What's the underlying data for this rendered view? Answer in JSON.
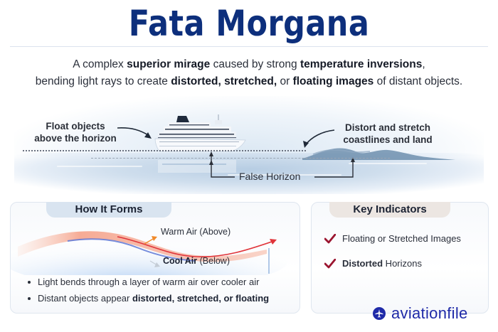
{
  "header": {
    "title": "Fata Morgana",
    "subtitle_line1": {
      "t1": "A complex ",
      "b1": "superior mirage",
      "t2": " caused by strong ",
      "b2": "temperature inversions",
      "t3": ","
    },
    "subtitle_line2": {
      "t1": "bending light rays to create ",
      "b1": "distorted, stretched,",
      "t2": " or ",
      "b2": "floating images",
      "t3": " of distant objects."
    }
  },
  "scene": {
    "label_float_line1": "Float objects",
    "label_float_line2": "above the horizon",
    "label_distort_line1": "Distort and stretch",
    "label_distort_line2": "coastlines and land",
    "label_false_horizon": "False Horizon",
    "icons": [
      "cruise-ship",
      "island",
      "curved-arrow",
      "up-arrow"
    ]
  },
  "how_it_forms": {
    "title": "How It Forms",
    "warm_label": "Warm Air (Above)",
    "cool_label_bold": "Cool Air",
    "cool_label_rest": " (Below)",
    "bullets": [
      {
        "text": "Light bends through a layer of warm air over cooler air"
      },
      {
        "t1": "Distant objects appear ",
        "b1": "distorted, stretched, or ",
        "b2": "floating"
      }
    ],
    "colors": {
      "warm": "#f4a48b",
      "cool": "#6a8fe0",
      "ray": "#e0343a"
    }
  },
  "key_indicators": {
    "title": "Key Indicators",
    "items": [
      {
        "bold": "",
        "text": "Floating or Stretched Images"
      },
      {
        "bold": "Distorted",
        "text": " Horizons"
      }
    ],
    "check_color": "#9b1530"
  },
  "brand": {
    "name": "aviationfile",
    "icon": "airplane-circle",
    "color": "#1f2aa8"
  }
}
